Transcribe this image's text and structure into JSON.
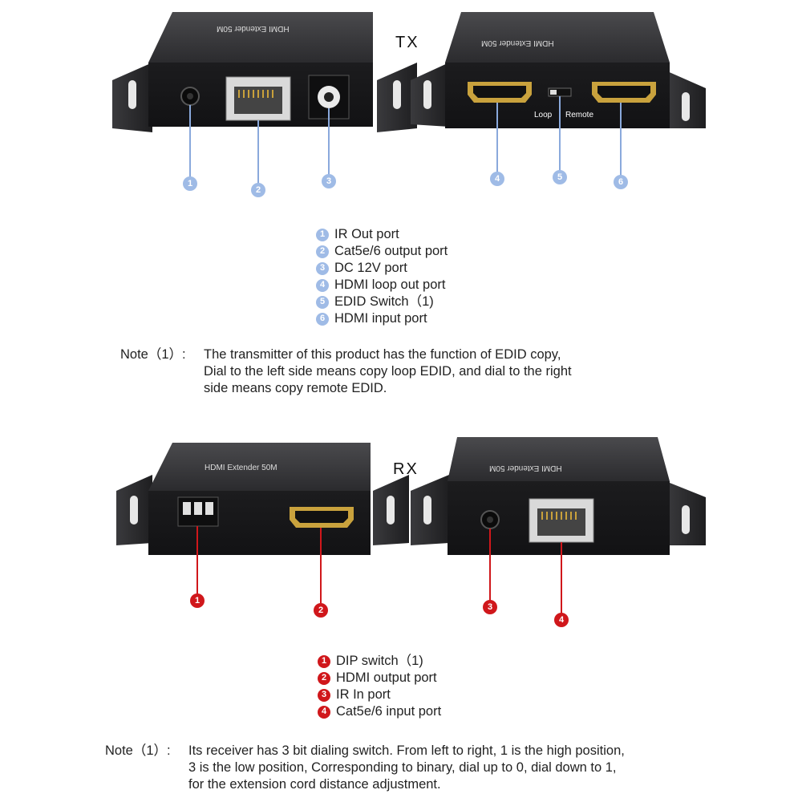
{
  "tx": {
    "title": "TX",
    "device_label_rear": "HDMI Extender 50M",
    "device_label_front": "HDMI Extender 50M",
    "switch_labels": [
      "Loop",
      "Remote"
    ],
    "legend": [
      {
        "num": "1",
        "label": "IR Out port"
      },
      {
        "num": "2",
        "label": "Cat5e/6 output port"
      },
      {
        "num": "3",
        "label": "DC 12V port"
      },
      {
        "num": "4",
        "label": "HDMI loop out port"
      },
      {
        "num": "5",
        "label": "EDID Switch（1)"
      },
      {
        "num": "6",
        "label": "HDMI input port"
      }
    ],
    "note": {
      "prefix": "Note（1）:",
      "lines": [
        "The transmitter of this product has the function of EDID copy,",
        "Dial to the left side means copy loop EDID, and dial to the right",
        "side means copy remote EDID."
      ]
    }
  },
  "rx": {
    "title": "RX",
    "device_label_left": "HDMI Extender 50M",
    "device_label_right": "HDMI Extender 50M",
    "legend": [
      {
        "num": "1",
        "label": "DIP switch（1)"
      },
      {
        "num": "2",
        "label": "HDMI output port"
      },
      {
        "num": "3",
        "label": "IR In port"
      },
      {
        "num": "4",
        "label": "Cat5e/6 input port"
      }
    ],
    "note": {
      "prefix": "Note（1）:",
      "lines": [
        "Its receiver has 3 bit dialing switch. From left to right, 1 is the high position,",
        "3 is the low position, Corresponding to binary, dial up to 0, dial down to 1,",
        "for the extension cord distance adjustment."
      ]
    }
  },
  "colors": {
    "tx_marker": "#9fbbe6",
    "rx_marker": "#d0171b",
    "device_body": "#2a2a2c"
  }
}
